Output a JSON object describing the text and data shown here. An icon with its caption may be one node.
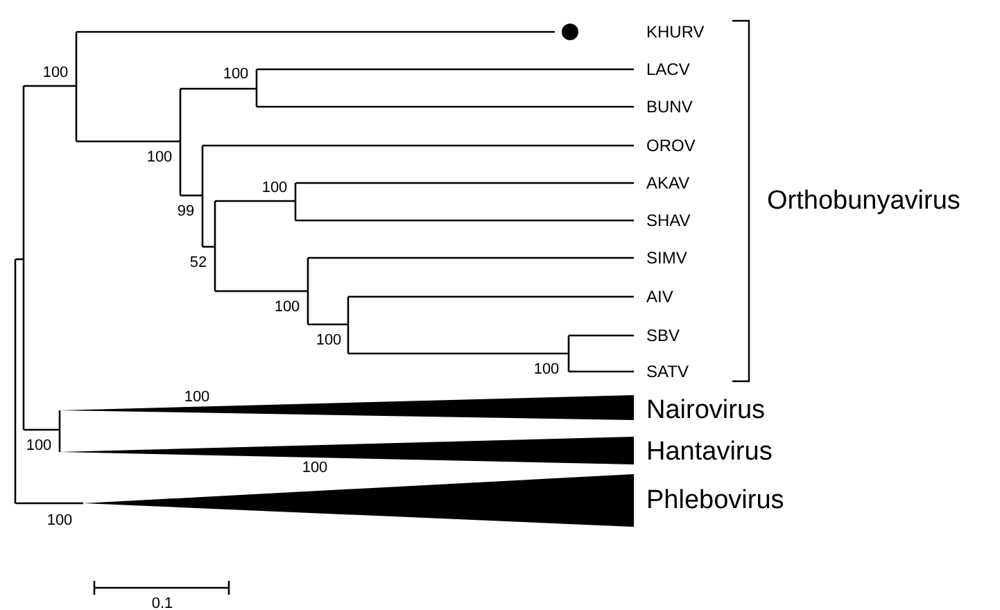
{
  "diagram": {
    "labels": [
      "KHURV",
      "100",
      "100",
      "LACV",
      "BUNV",
      "OROV",
      "100",
      "100",
      "AKAV",
      "99",
      "SHAV",
      "Orthobunyavirus",
      "SIMV",
      "52",
      "AIV",
      "100",
      "SBV",
      "100",
      "100",
      "SATV",
      "100",
      "Nairovirus",
      "100",
      "Hantavirus",
      "100",
      "Phlebovirus",
      "100",
      "0.1"
    ]
  }
}
